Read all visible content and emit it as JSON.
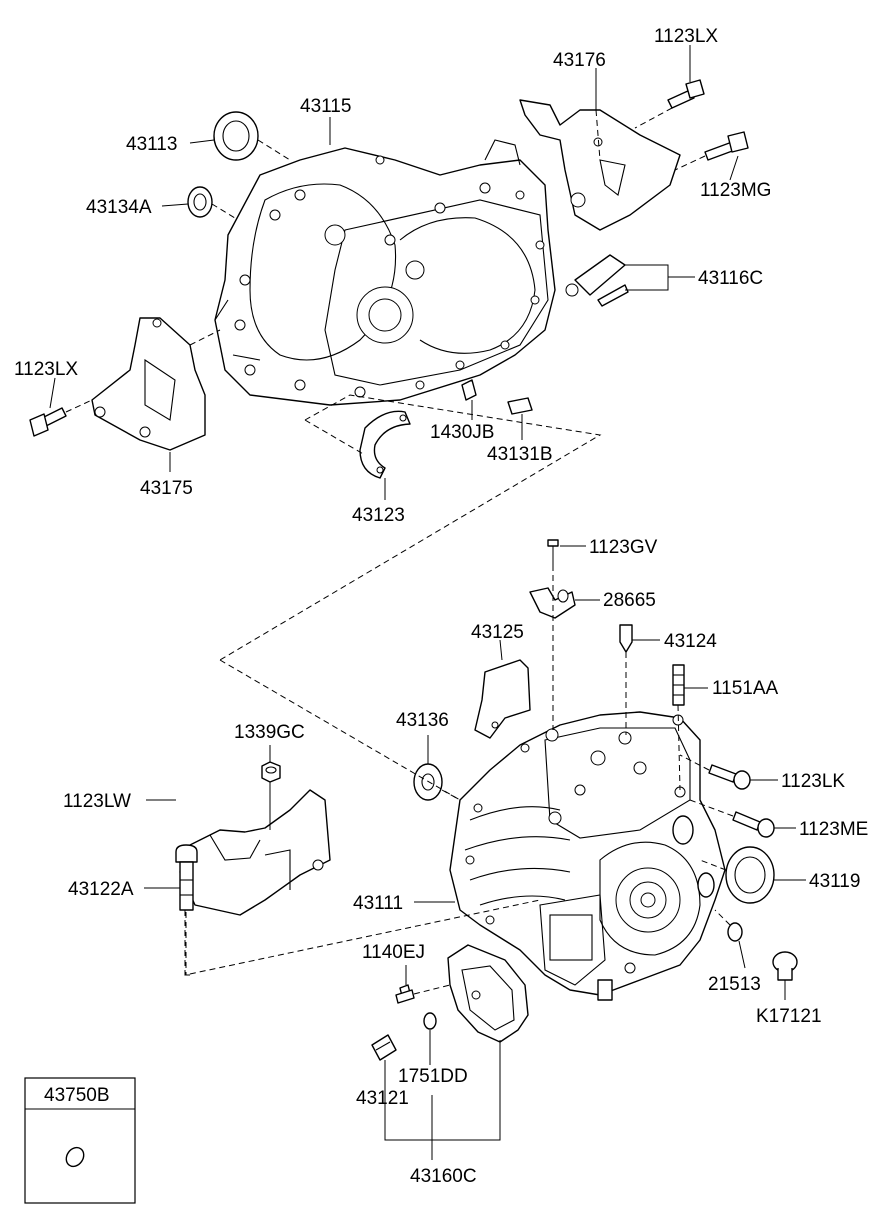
{
  "colors": {
    "line": "#000000",
    "background": "#ffffff"
  },
  "labels": {
    "p_1123LX_top": "1123LX",
    "p_43176": "43176",
    "p_43115": "43115",
    "p_43113": "43113",
    "p_43134A": "43134A",
    "p_1123MG": "1123MG",
    "p_43116C": "43116C",
    "p_1123LX_left": "1123LX",
    "p_1430JB": "1430JB",
    "p_43131B": "43131B",
    "p_43175": "43175",
    "p_43123": "43123",
    "p_1123GV": "1123GV",
    "p_28665": "28665",
    "p_43125": "43125",
    "p_43124": "43124",
    "p_1151AA": "1151AA",
    "p_43136": "43136",
    "p_1339GC": "1339GC",
    "p_1123LK": "1123LK",
    "p_1123LW": "1123LW",
    "p_1123ME": "1123ME",
    "p_43119": "43119",
    "p_43122A": "43122A",
    "p_43111": "43111",
    "p_1140EJ": "1140EJ",
    "p_21513": "21513",
    "p_K17121": "K17121",
    "p_1751DD": "1751DD",
    "p_43121": "43121",
    "p_43160C": "43160C"
  },
  "legend": {
    "part_number": "43750B"
  }
}
